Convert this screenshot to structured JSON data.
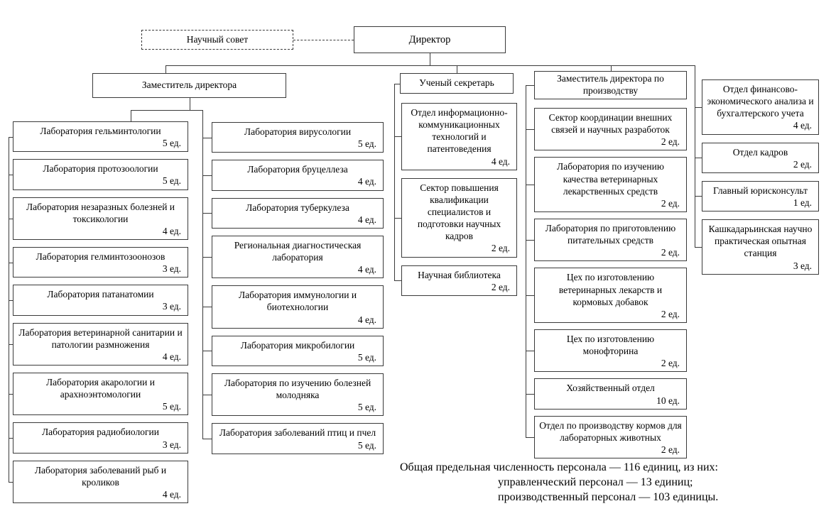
{
  "top": {
    "science_council": "Научный совет",
    "director": "Директор"
  },
  "heads": {
    "deputy_director": "Заместитель директора",
    "scientific_secretary": "Ученый секретарь",
    "deputy_production": "Заместитель директора по производству"
  },
  "columns": [
    {
      "name": "laboratories-left",
      "boxes": [
        {
          "title": "Лаборатория гельминтологии",
          "count": "5 ед."
        },
        {
          "title": "Лаборатория протозоологии",
          "count": "5 ед."
        },
        {
          "title": "Лаборатория незаразных болезней и токсикологии",
          "count": "4 ед."
        },
        {
          "title": "Лаборатория гелминтозоонозов",
          "count": "3 ед."
        },
        {
          "title": "Лаборатория патанатомии",
          "count": "3 ед."
        },
        {
          "title": "Лаборатория ветеринарной санитарии и патологии размножения",
          "count": "4 ед."
        },
        {
          "title": "Лаборатория акарологии и арахноэнтомологии",
          "count": "5 ед."
        },
        {
          "title": "Лаборатория радиобиологии",
          "count": "3 ед."
        },
        {
          "title": "Лаборатория заболеваний рыб и кроликов",
          "count": "4 ед."
        }
      ]
    },
    {
      "name": "laboratories-right",
      "boxes": [
        {
          "title": "Лаборатория вирусологии",
          "count": "5 ед."
        },
        {
          "title": "Лаборатория бруцеллеза",
          "count": "4 ед."
        },
        {
          "title": "Лаборатория туберкулеза",
          "count": "4 ед."
        },
        {
          "title": "Региональная диагностическая лаборатория",
          "count": "4 ед."
        },
        {
          "title": "Лаборатория иммунологии и биотехнологии",
          "count": "4 ед."
        },
        {
          "title": "Лаборатория микробилогии",
          "count": "5 ед."
        },
        {
          "title": "Лаборатория по изучению болезней молодняка",
          "count": "5 ед."
        },
        {
          "title": "Лаборатория заболеваний птиц и пчел",
          "count": "5 ед."
        }
      ]
    },
    {
      "name": "secretary-units",
      "boxes": [
        {
          "title": "Отдел информационно-коммуникационных технологий и патентоведения",
          "count": "4 ед."
        },
        {
          "title": "Сектор повышения квалификации специалистов и подготовки научных кадров",
          "count": "2 ед."
        },
        {
          "title": "Научная библиотека",
          "count": "2 ед."
        }
      ]
    },
    {
      "name": "production-units",
      "boxes": [
        {
          "title": "Сектор координации внешних связей и научных разработок",
          "count": "2 ед."
        },
        {
          "title": "Лаборатория по изучению качества ветеринарных лекарственных средств",
          "count": "2 ед."
        },
        {
          "title": "Лаборатория по приготовлению питательных средств",
          "count": "2 ед."
        },
        {
          "title": "Цех по изготовлению ветеринарных лекарств и кормовых добавок",
          "count": "2 ед."
        },
        {
          "title": "Цех по изготовлению монофторина",
          "count": "2 ед."
        },
        {
          "title": "Хозяйственный отдел",
          "count": "10 ед."
        },
        {
          "title": "Отдел по производству кормов для лабораторных животных",
          "count": "2 ед."
        }
      ]
    },
    {
      "name": "director-units",
      "boxes": [
        {
          "title": "Отдел финансово-экономического анализа и бухгалтерского учета",
          "count": "4 ед."
        },
        {
          "title": "Отдел кадров",
          "count": "2 ед."
        },
        {
          "title": "Главный юрисконсульт",
          "count": "1 ед."
        },
        {
          "title": "Кашкадарьинская научно практическая опытная станция",
          "count": "3 ед."
        }
      ]
    }
  ],
  "summary": {
    "line1": "Общая предельная численность персонала — 116 единиц, из них:",
    "line2": "управленческий персонал — 13 единиц;",
    "line3": "производственный персонал — 103 единицы."
  },
  "connector_color": "#3a3a3a"
}
